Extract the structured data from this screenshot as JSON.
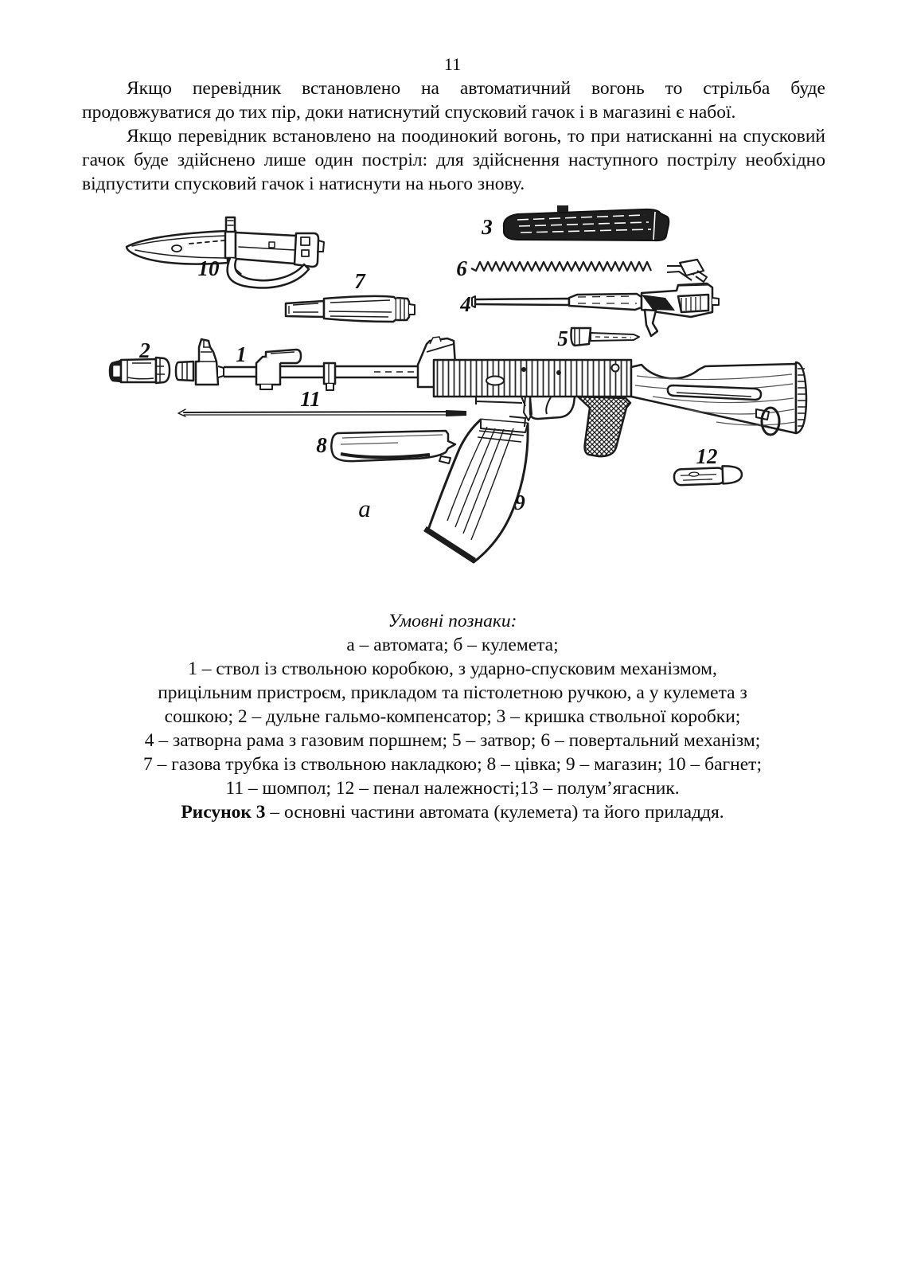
{
  "page": {
    "number": "11"
  },
  "paragraphs": [
    "Якщо перевідник встановлено на автоматичний вогонь то стрільба буде продовжуватися до тих пір, доки натиснутий спусковий гачок і в магазині є набої.",
    "Якщо перевідник встановлено на поодинокий вогонь, то при натисканні на спусковий гачок буде здійснено лише один постріл: для здійснення наступного пострілу необхідно відпустити спусковий гачок і натиснути на нього знову."
  ],
  "figure": {
    "labels": {
      "n1": "1",
      "n2": "2",
      "n3": "3",
      "n4": "4",
      "n5": "5",
      "n6": "6",
      "n7": "7",
      "n8": "8",
      "n9": "9",
      "n10": "10",
      "n11": "11",
      "n12": "12",
      "a": "а"
    }
  },
  "legend": {
    "title": "Умовні познаки:",
    "lines": [
      "а – автомата; б – кулемета;",
      "1 – ствол із ствольною коробкою, з ударно-спусковим механізмом,",
      "прицільним пристроєм, прикладом та пістолетною ручкою, а у кулемета з",
      "сошкою; 2 – дульне гальмо-компенсатор; 3 – кришка ствольної коробки;",
      "4 – затворна рама з газовим поршнем; 5 – затвор; 6 – повертальний механізм;",
      "7 – газова трубка із ствольною накладкою; 8 – цівка; 9 – магазин; 10 – багнет;",
      "11 – шомпол; 12 – пенал належності;13 – полум’ягасник."
    ]
  },
  "caption": {
    "label": "Рисунок 3",
    "text": " – основні частини автомата (кулемета) та його приладдя."
  }
}
